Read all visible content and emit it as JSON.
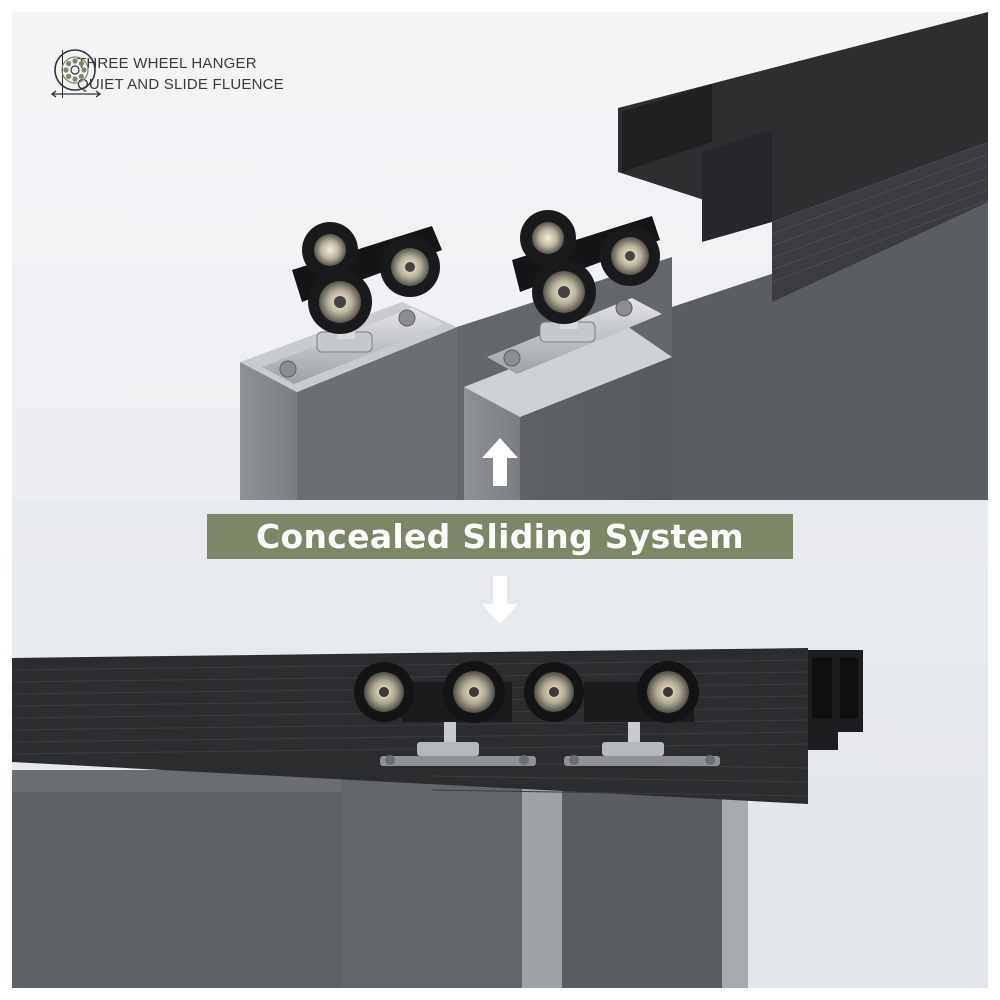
{
  "feature": {
    "icon": "bearing-wheel-icon",
    "line1": "THREE WHEEL HANGER",
    "line2": "QUIET AND SLIDE FLUENCE"
  },
  "banner": {
    "label": "Concealed Sliding System",
    "color": "#7b8767"
  },
  "arrows": {
    "up": "arrow-up-icon",
    "down": "arrow-down-icon"
  },
  "colors": {
    "track": "#2e2f31",
    "door_panel": "#5c6064",
    "hardware": "#b8bcbf"
  }
}
